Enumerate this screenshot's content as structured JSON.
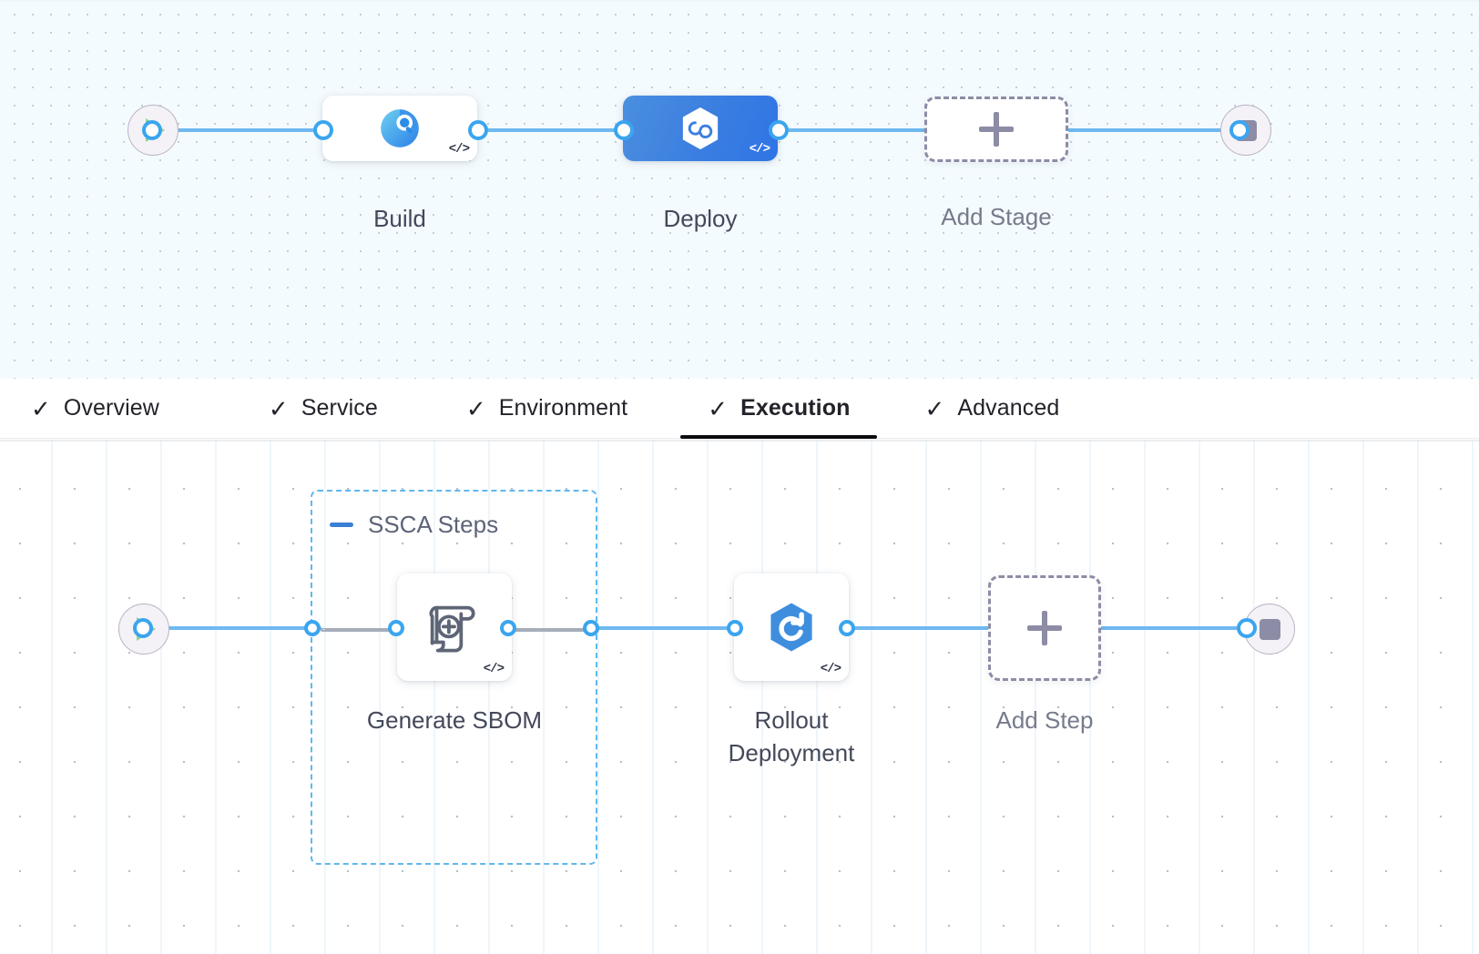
{
  "stage_canvas": {
    "start_node": {
      "icon": "play-icon"
    },
    "end_node": {
      "icon": "stop-icon"
    },
    "stages": [
      {
        "id": "build",
        "label": "Build",
        "icon": "build-pie-icon",
        "code_glyph": "</>",
        "selected": false
      },
      {
        "id": "deploy",
        "label": "Deploy",
        "icon": "harness-hexagon-icon",
        "code_glyph": "</>",
        "selected": true
      }
    ],
    "add_stage": {
      "label": "Add Stage",
      "icon": "plus-icon"
    }
  },
  "tabs": [
    {
      "id": "overview",
      "label": "Overview",
      "check": "✓",
      "active": false
    },
    {
      "id": "service",
      "label": "Service",
      "check": "✓",
      "active": false
    },
    {
      "id": "environment",
      "label": "Environment",
      "check": "✓",
      "active": false
    },
    {
      "id": "execution",
      "label": "Execution",
      "check": "✓",
      "active": true
    },
    {
      "id": "advanced",
      "label": "Advanced",
      "check": "✓",
      "active": false
    }
  ],
  "steps_canvas": {
    "start_node": {
      "icon": "play-icon"
    },
    "end_node": {
      "icon": "stop-icon"
    },
    "group": {
      "title": "SSCA Steps",
      "collapse_icon": "minus-icon"
    },
    "steps": [
      {
        "id": "generate-sbom",
        "label": "Generate SBOM",
        "icon": "scroll-plus-icon",
        "code_glyph": "</>"
      },
      {
        "id": "rollout-deployment",
        "label": "Rollout\nDeployment",
        "label_line1": "Rollout",
        "label_line2": "Deployment",
        "icon": "k8s-rollout-hexagon-icon",
        "code_glyph": "</>"
      }
    ],
    "add_step": {
      "label": "Add Step",
      "icon": "plus-icon"
    }
  },
  "colors": {
    "wire": "#6fb9f0",
    "port_ring": "#3ba5ef",
    "selected_node": "#3c7fe0",
    "group_border": "#5fb8ef",
    "ghost_border": "#8d8ca6",
    "label": "#44485a",
    "tab_active_underline": "#0b0b10",
    "stage_canvas_bg": "#f4fbfe",
    "steps_canvas_bg": "#ffffff"
  }
}
